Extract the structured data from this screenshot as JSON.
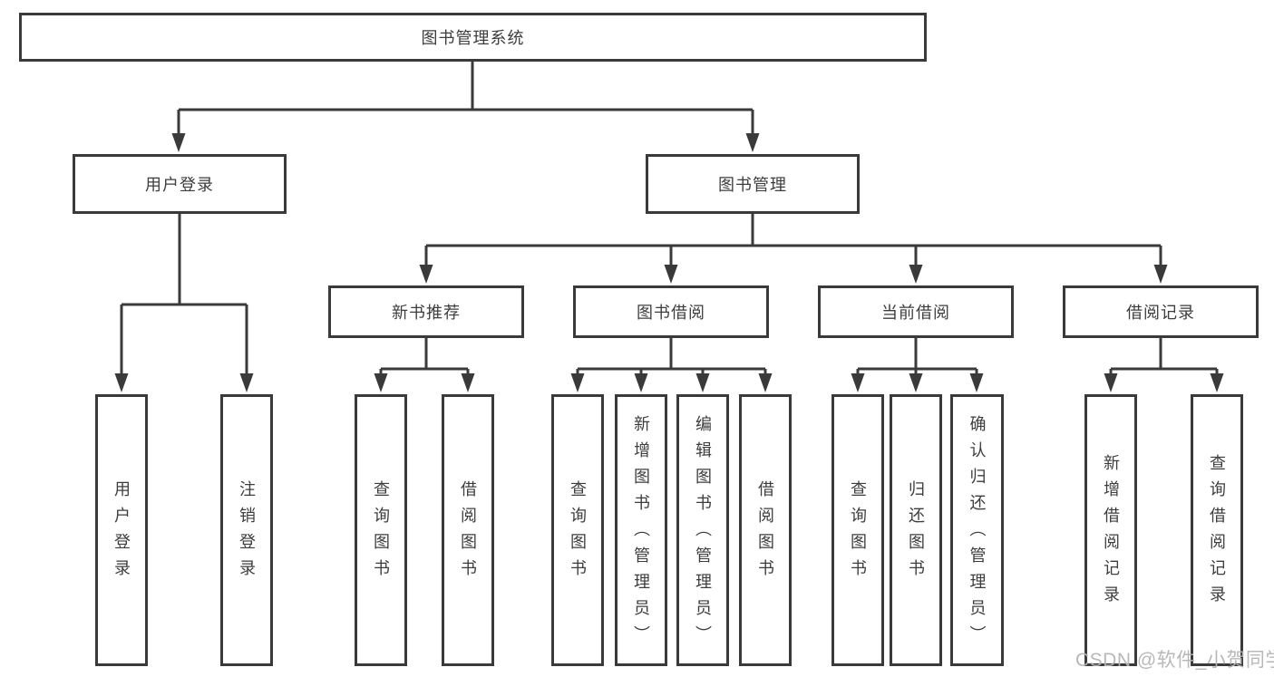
{
  "diagram_title": "图书管理系统",
  "tree": {
    "label": "图书管理系统",
    "children": [
      {
        "label": "用户登录",
        "children": [
          {
            "label": "用户登录"
          },
          {
            "label": "注销登录"
          }
        ]
      },
      {
        "label": "图书管理",
        "children": [
          {
            "label": "新书推荐",
            "children": [
              {
                "label": "查询图书"
              },
              {
                "label": "借阅图书"
              }
            ]
          },
          {
            "label": "图书借阅",
            "children": [
              {
                "label": "查询图书"
              },
              {
                "label": "新增图书（管理员）"
              },
              {
                "label": "编辑图书（管理员）"
              },
              {
                "label": "借阅图书"
              }
            ]
          },
          {
            "label": "当前借阅",
            "children": [
              {
                "label": "查询图书"
              },
              {
                "label": "归还图书"
              },
              {
                "label": "确认归还（管理员）"
              }
            ]
          },
          {
            "label": "借阅记录",
            "children": [
              {
                "label": "新增借阅记录"
              },
              {
                "label": "查询借阅记录"
              }
            ]
          }
        ]
      }
    ]
  },
  "watermark": "CSDN @软件_小贺同学",
  "colors": {
    "line": "#3a3a3a",
    "text": "#3d3d3d",
    "background": "#ffffff",
    "watermark": "#b5b5b5"
  }
}
